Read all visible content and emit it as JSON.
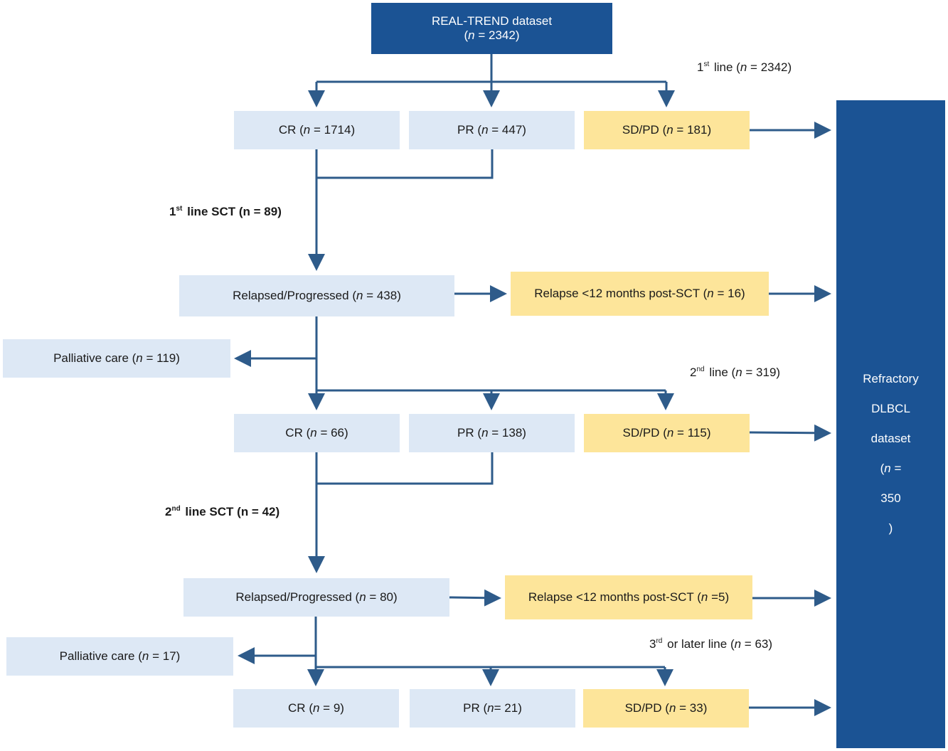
{
  "top": {
    "title": "REAL-TREND dataset",
    "n": "2342"
  },
  "line1": {
    "ord": "1",
    "sup": "st",
    "text": "line",
    "n": "2342"
  },
  "l1_cr": {
    "label": "CR",
    "n": "1714"
  },
  "l1_pr": {
    "label": "PR",
    "n": "447"
  },
  "l1_sdpd": {
    "label": "SD/PD",
    "n": "181"
  },
  "sct1": {
    "ord": "1",
    "sup": "st",
    "text": "line SCT",
    "n": "89"
  },
  "relapsed1": {
    "label": "Relapsed/Progressed",
    "n": "438"
  },
  "relapse12_1": {
    "label": "Relapse <12 months post-SCT",
    "n": "16"
  },
  "palliative1": {
    "label": "Palliative care",
    "n": "119"
  },
  "line2": {
    "ord": "2",
    "sup": "nd",
    "text": "line",
    "n": "319"
  },
  "l2_cr": {
    "label": "CR",
    "n": "66"
  },
  "l2_pr": {
    "label": "PR",
    "n": "138"
  },
  "l2_sdpd": {
    "label": "SD/PD",
    "n": "115"
  },
  "sct2": {
    "ord": "2",
    "sup": "nd",
    "text": "line SCT",
    "n": "42"
  },
  "relapsed2": {
    "label": "Relapsed/Progressed",
    "n": "80"
  },
  "relapse12_2": {
    "label": "Relapse <12 months post-SCT",
    "n": "5"
  },
  "palliative2": {
    "label": "Palliative care",
    "n": "17"
  },
  "line3": {
    "ord": "3",
    "sup": "rd",
    "text": "or later line",
    "n": "63"
  },
  "l3_cr": {
    "label": "CR",
    "n": "9"
  },
  "l3_pr": {
    "label": "PR",
    "n": "21"
  },
  "l3_sdpd": {
    "label": "SD/PD",
    "n": "33"
  },
  "refractory": {
    "line1": "Refractory",
    "line2": "DLBCL",
    "line3": "dataset",
    "n": "350"
  },
  "colors": {
    "dark": "#1b5394",
    "light": "#dde8f5",
    "yellow": "#fde59a",
    "arrow": "#2e5b8a"
  }
}
